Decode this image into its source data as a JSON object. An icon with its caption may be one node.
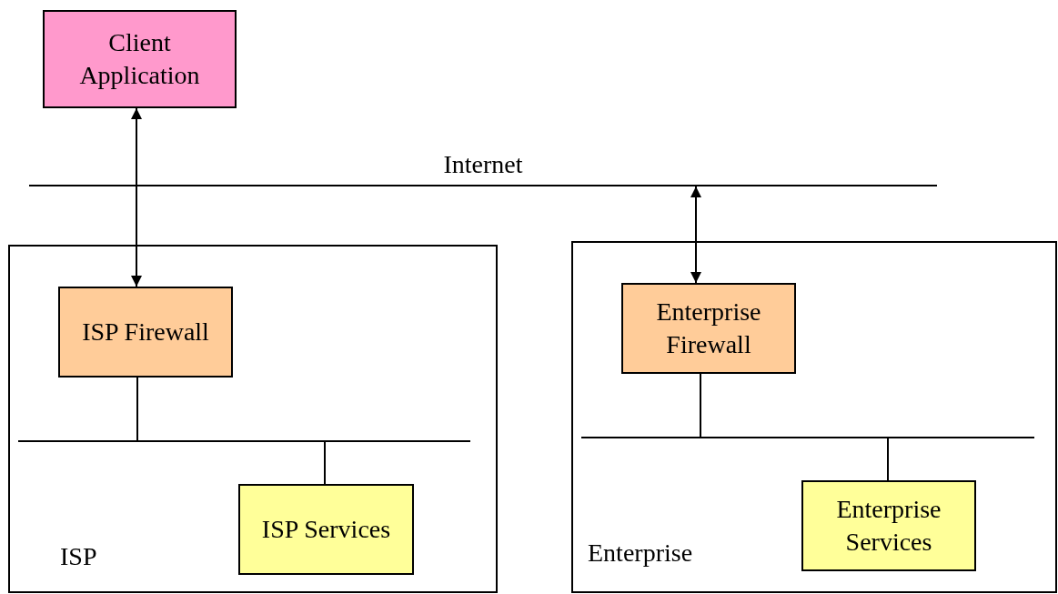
{
  "diagram": {
    "nodes": [
      {
        "text": [
          "Client Application"
        ]
      },
      {
        "text": [
          "Internet"
        ]
      },
      {
        "text": [
          "ISP"
        ]
      },
      {
        "text": [
          "ISP Firewall"
        ],
        "in": 2
      },
      {
        "text": [],
        "shape": "bar",
        "in": 2
      },
      {
        "text": [
          "ISP Services"
        ],
        "in": 2
      },
      {
        "text": [
          "Enterprise"
        ]
      },
      {
        "text": [
          "Enterprise Firewall"
        ],
        "in": 6
      },
      {
        "text": [],
        "shape": "bar",
        "in": 6
      },
      {
        "text": [
          "Enterprise Services"
        ],
        "in": 6
      }
    ],
    "edges": [
      {
        "from": 0,
        "to": 3,
        "arrow": "both"
      },
      {
        "from": 1,
        "to": 7,
        "arrow": "both"
      },
      {
        "from": 3,
        "to": 4,
        "arrow": "none"
      },
      {
        "from": 4,
        "to": 5,
        "arrow": "none"
      },
      {
        "from": 7,
        "to": 8,
        "arrow": "none"
      },
      {
        "from": 8,
        "to": 9,
        "arrow": "none"
      }
    ]
  }
}
